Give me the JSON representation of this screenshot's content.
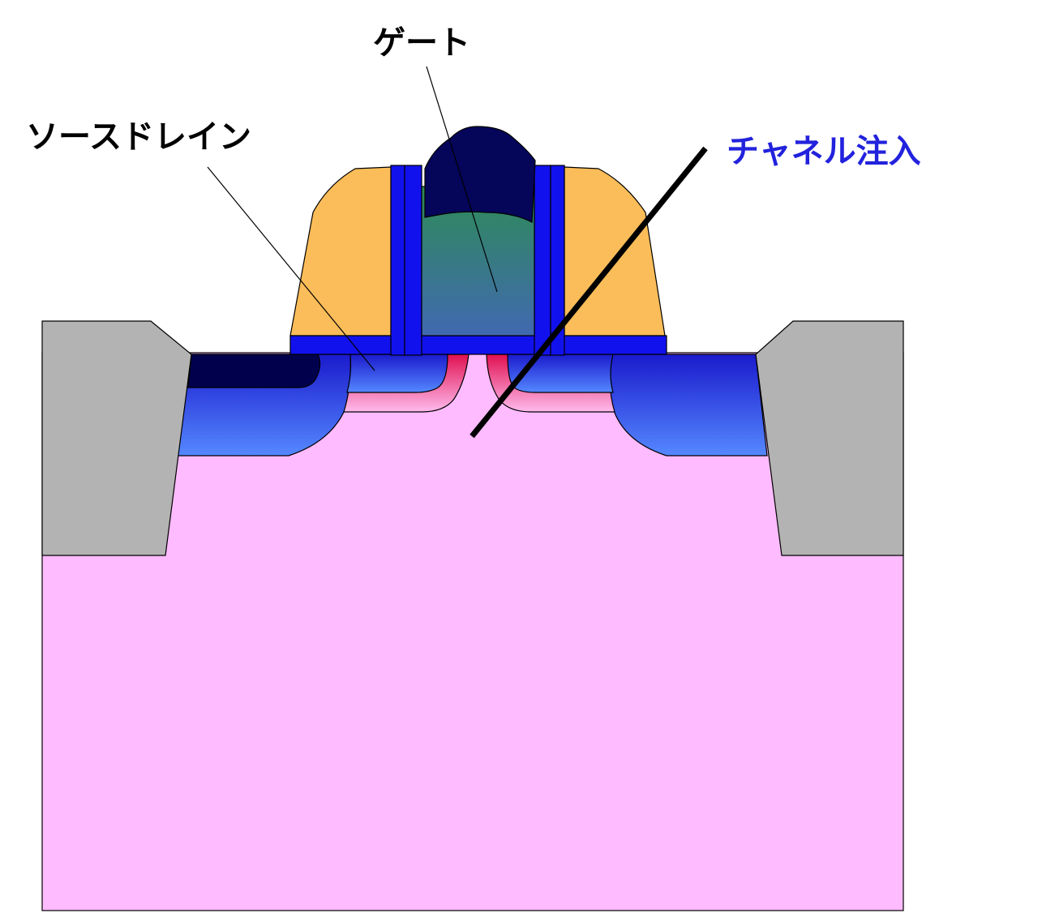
{
  "labels": {
    "gate": "ゲート",
    "source_drain": "ソースドレイン",
    "channel_implant": "チャネル注入"
  },
  "colors": {
    "background": "#ffffff",
    "label_text": "#000000",
    "channel_label": "#2222dd",
    "isolation": "#b3b3b3",
    "substrate_light": "#ffbbff",
    "substrate_dark": "#ff44c4",
    "source_drain_top": "#1a1acc",
    "source_drain_bottom": "#5588ff",
    "deep_contact": "#00004d",
    "extension_red": "#ee3366",
    "spacer_outer": "#fbbd59",
    "spacer_liner": "#1111ee",
    "gate_cap": "#05055a",
    "gate_top": "#2e8b57",
    "gate_bottom": "#4169b0"
  }
}
